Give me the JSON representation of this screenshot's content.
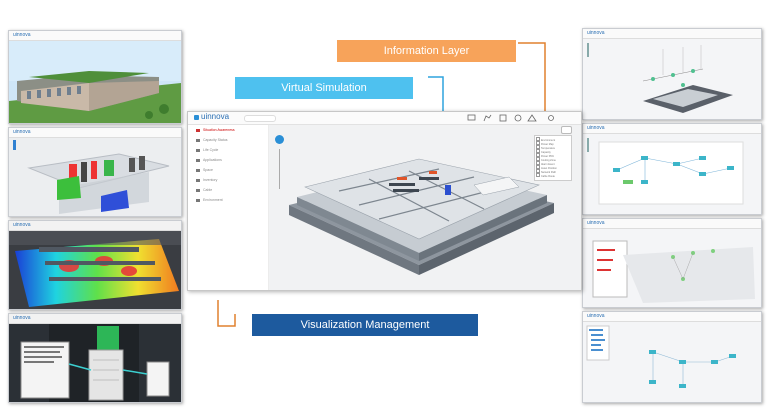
{
  "callouts": {
    "information_layer": "Information Layer",
    "virtual_simulation": "Virtual Simulation",
    "visualization_management": "Visualization Management"
  },
  "colors": {
    "information_layer": "#f7a35a",
    "virtual_simulation": "#4ec1ef",
    "visualization_management": "#1d5a9e",
    "orange_line": "#e0802e",
    "blue_line": "#2ea4dd"
  },
  "main_window": {
    "brand": "uinnova",
    "menu_items": [
      {
        "label": "Situation Awareness",
        "icon": "alert-icon"
      },
      {
        "label": "Capacity Status",
        "icon": "warning-icon"
      },
      {
        "label": "Life Cycle",
        "icon": "server-icon"
      },
      {
        "label": "Applications",
        "icon": "window-icon"
      },
      {
        "label": "Space",
        "icon": "building-icon"
      },
      {
        "label": "Inventory",
        "icon": "list-icon"
      },
      {
        "label": "Cable",
        "icon": "document-icon"
      },
      {
        "label": "Environment",
        "icon": "heart-icon"
      }
    ],
    "toolbar_icons": [
      "monitor-icon",
      "chart-icon",
      "layers-icon",
      "refresh-icon",
      "alert-icon",
      "settings-icon"
    ],
    "layer_items": [
      "Environment",
      "Power Map",
      "Temperature",
      "Capacity",
      "Power PDU",
      "Cooling Zone",
      "Alarm Event",
      "Asset Position",
      "Network Path",
      "Cable Route"
    ]
  },
  "left_thumbnails": [
    {
      "brand": "uinnova",
      "name": "building-exterior-view"
    },
    {
      "brand": "uinnova",
      "name": "floor-structure-view"
    },
    {
      "brand": "uinnova",
      "name": "temperature-heatmap-view"
    },
    {
      "brand": "uinnova",
      "name": "rack-detail-view"
    }
  ],
  "right_thumbnails": [
    {
      "brand": "uinnova",
      "name": "network-topology-3d-view"
    },
    {
      "brand": "uinnova",
      "name": "topology-diagram-view"
    },
    {
      "brand": "uinnova",
      "name": "floor-topology-overlay-view"
    },
    {
      "brand": "uinnova",
      "name": "tree-topology-view"
    }
  ]
}
